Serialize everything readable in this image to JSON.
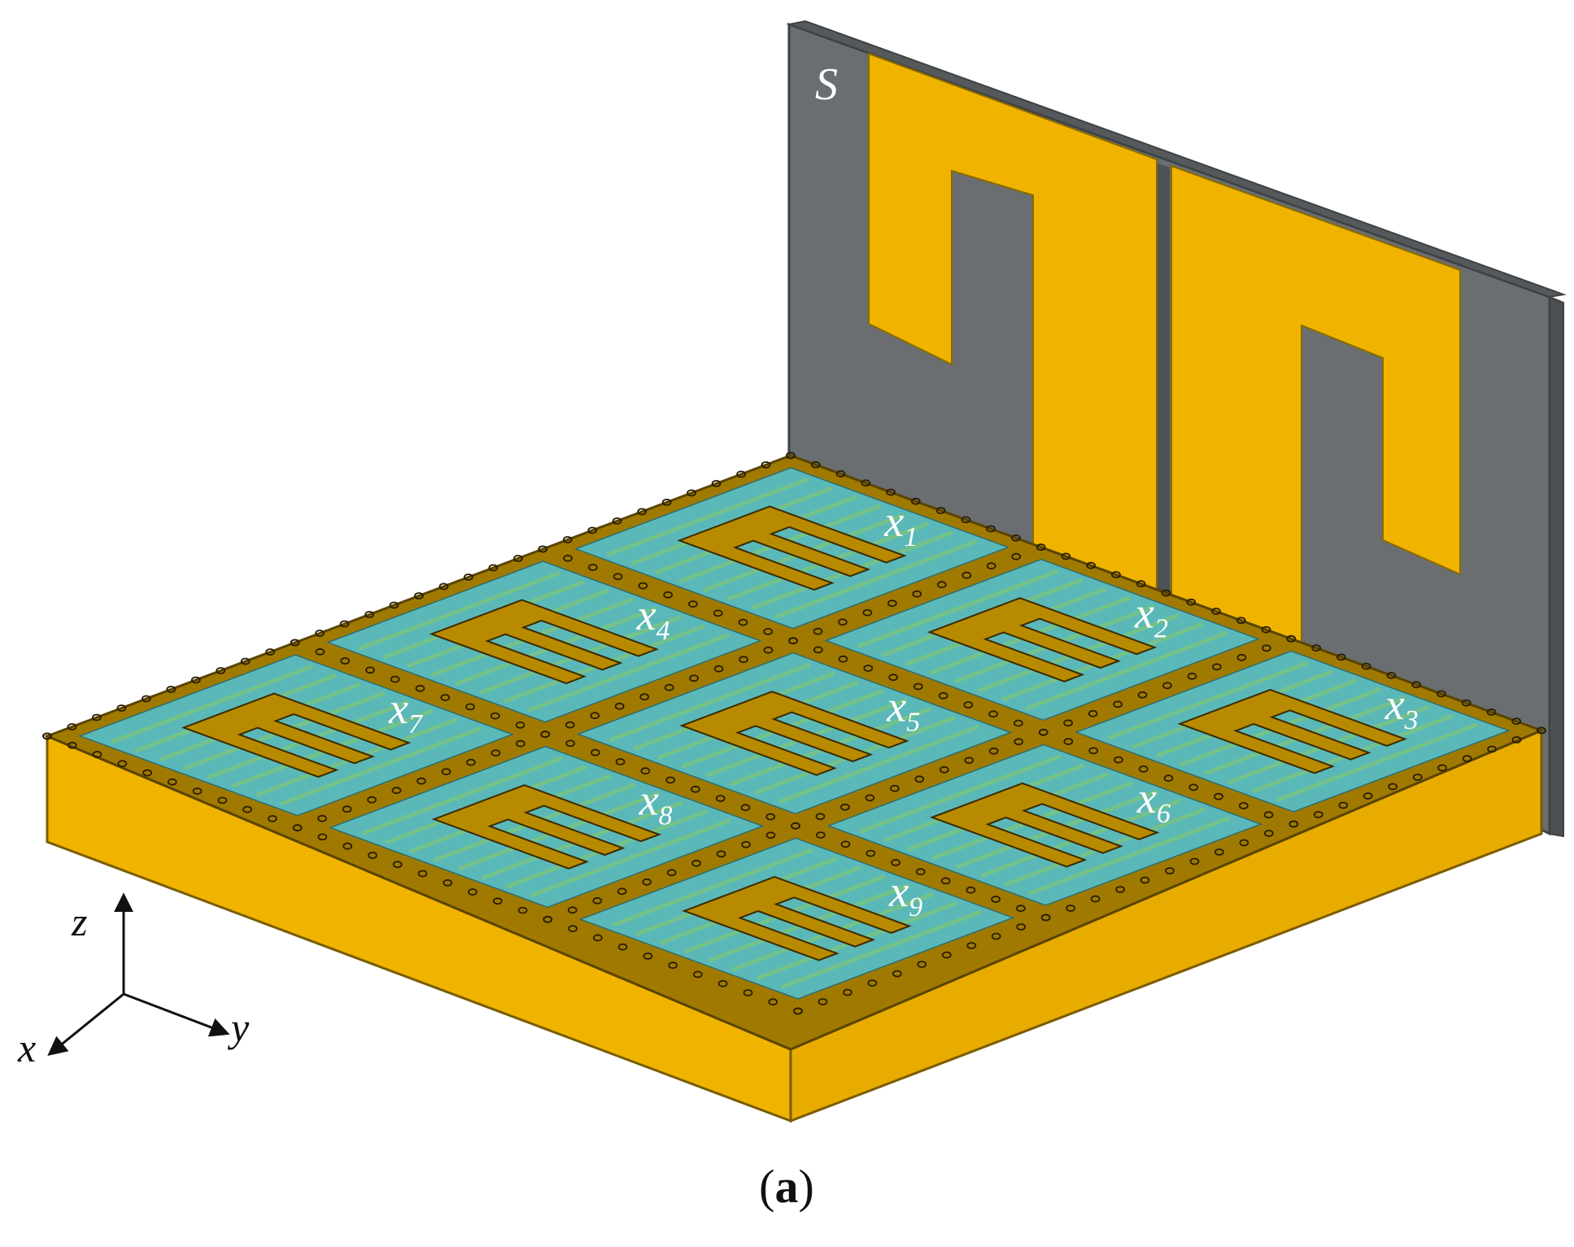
{
  "figure": {
    "panel_label_open": "(",
    "panel_label_letter": "a",
    "panel_label_close": ")",
    "wall_label": "S"
  },
  "cells": [
    {
      "label": "x",
      "sub": "1"
    },
    {
      "label": "x",
      "sub": "2"
    },
    {
      "label": "x",
      "sub": "3"
    },
    {
      "label": "x",
      "sub": "4"
    },
    {
      "label": "x",
      "sub": "5"
    },
    {
      "label": "x",
      "sub": "6"
    },
    {
      "label": "x",
      "sub": "7"
    },
    {
      "label": "x",
      "sub": "8"
    },
    {
      "label": "x",
      "sub": "9"
    }
  ],
  "axes": {
    "x": "x",
    "y": "y",
    "z": "z"
  },
  "colors": {
    "gold": "#F0B400",
    "gold_dark": "#C89000",
    "copper_patch": "#B88A00",
    "substrate_cyan": "#5BB8B8",
    "via_green": "#7BC67B",
    "wall_gray": "#6A6E70",
    "wall_edge": "#3E4244",
    "frame_brown": "#9A7400"
  }
}
